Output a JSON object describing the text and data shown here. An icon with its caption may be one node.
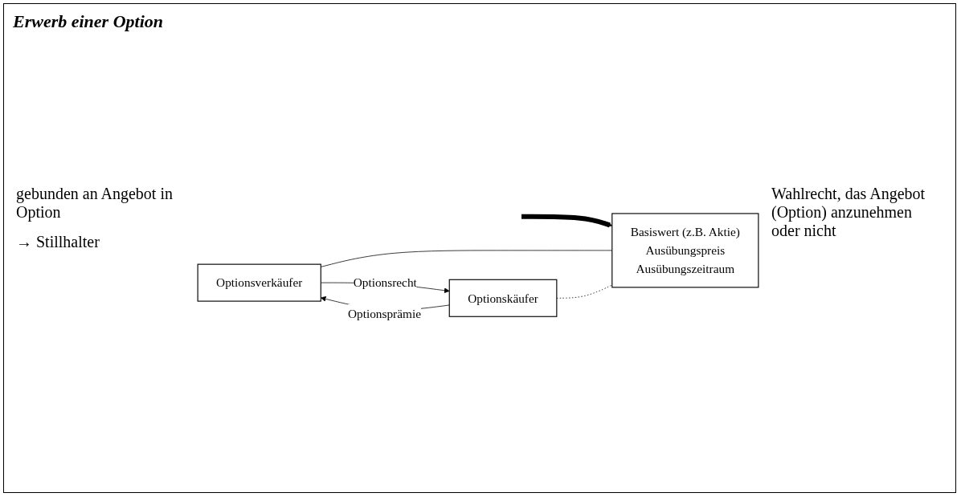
{
  "diagram": {
    "title": "Erwerb einer Option",
    "nodes": [
      {
        "text": [
          "Optionsverkäufer"
        ]
      },
      {
        "text": [
          "Optionskäufer"
        ]
      },
      {
        "text": [
          "Basiswert (z.B. Aktie)",
          "Ausübungspreis",
          "Ausübungszeitraum"
        ]
      }
    ],
    "edges": [
      {
        "from": 1,
        "to": 0,
        "arrow": "to",
        "label": "Optionsprämie"
      },
      {
        "from": 0,
        "to": 1,
        "arrow": "to",
        "label": "Optionsrecht"
      },
      {
        "from": null,
        "to": 2,
        "arrow": "to",
        "style": "thick"
      },
      {
        "from": 0,
        "to": 2,
        "arrow": "none"
      },
      {
        "from": 1,
        "to": 2,
        "arrow": "none",
        "style": "dashed"
      }
    ],
    "labels": [
      "gebunden an Angebot in Option",
      "→ Stillhalter",
      "Wahlrecht, das Angebot (Option) anzunehmen oder nicht"
    ]
  }
}
